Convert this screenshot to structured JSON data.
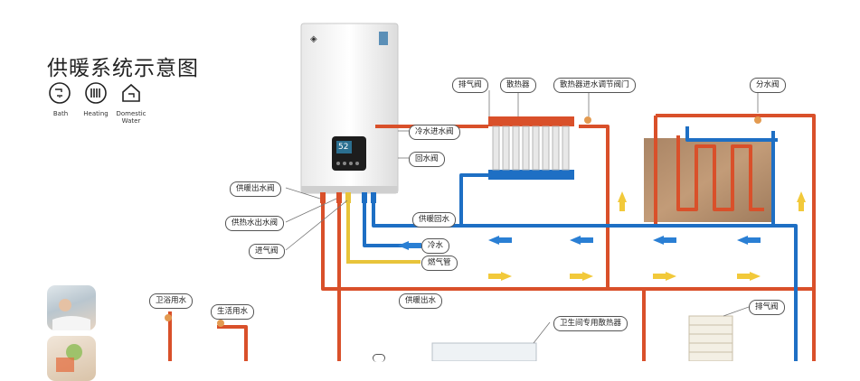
{
  "title": "供暖系统示意图",
  "legend": [
    {
      "icon": "shower-icon",
      "label": "Bath"
    },
    {
      "icon": "radiator-icon",
      "label": "Heating"
    },
    {
      "icon": "tap-house-icon",
      "label": "Domestic Water"
    }
  ],
  "boiler": {
    "display_value": "52"
  },
  "labels": {
    "exhaust_valve_top": "排气阀",
    "radiator": "散热器",
    "radiator_inlet_valve": "散热器进水调节阀门",
    "manifold": "分水阀",
    "cold_water_inlet": "冷水进水阀",
    "return_valve": "回水阀",
    "heating_outlet": "供暖出水阀",
    "hot_water_outlet": "供热水出水阀",
    "gas_valve": "进气阀",
    "heating_return": "供暖回水",
    "cold_water": "冷水",
    "gas_pipe": "燃气管",
    "heating_supply": "供暖出水",
    "bath_water": "卫浴用水",
    "domestic_water": "生活用水",
    "bathroom_radiator": "卫生间专用散热器",
    "exhaust_valve_bottom": "排气阀"
  },
  "colors": {
    "hot": "#d9502a",
    "cold": "#1e6fc4",
    "gas": "#e8c43a",
    "arrow_cold": "#2a7fd4",
    "arrow_hot": "#f2c93a"
  }
}
